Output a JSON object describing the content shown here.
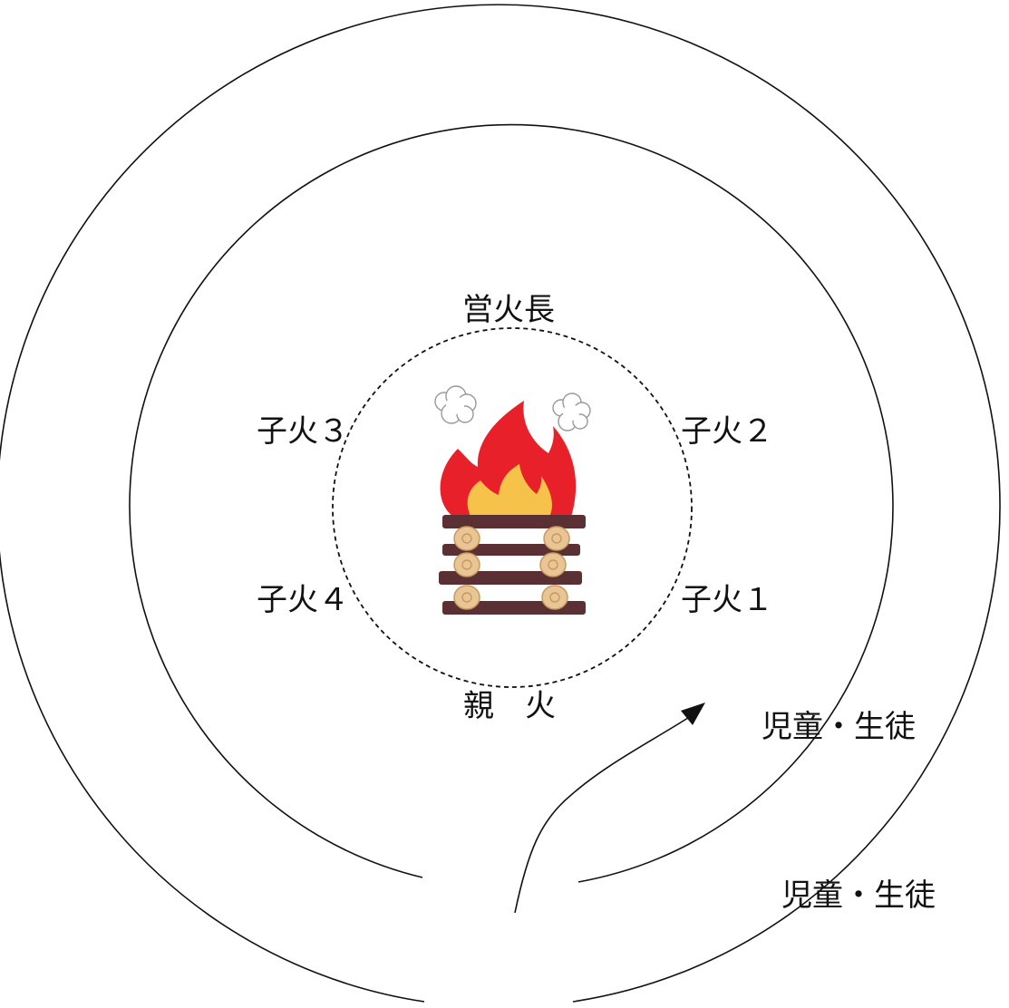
{
  "labels": {
    "leader": "営火長",
    "sub_fire_1": "子火１",
    "sub_fire_2": "子火２",
    "sub_fire_3": "子火３",
    "sub_fire_4": "子火４",
    "main_fire": "親　火",
    "students_inner": "児童・生徒",
    "students_outer": "児童・生徒"
  },
  "colors": {
    "line": "#111111",
    "flame_outer": "#e8202a",
    "flame_inner": "#f7c24a",
    "log_dark": "#5a3035",
    "log_end": "#e9c596",
    "log_ring": "#c89a5a",
    "smoke": "#ffffff"
  },
  "icons": {
    "bonfire": "bonfire-icon",
    "entry_arrow": "arrow-icon"
  }
}
